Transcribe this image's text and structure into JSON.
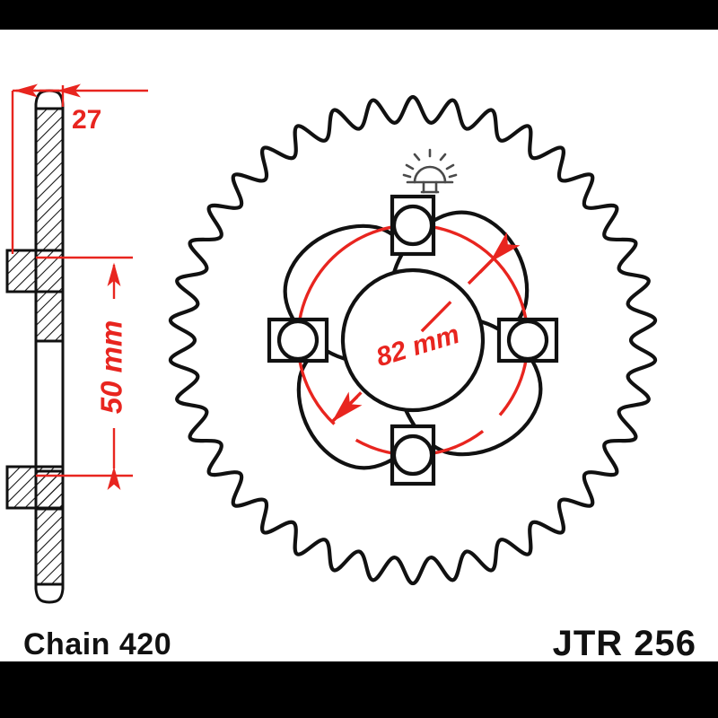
{
  "figure": {
    "kind": "technical-drawing",
    "subject": "motorcycle rear sprocket",
    "background_color": "#ffffff",
    "letterbox_color": "#000000",
    "line_color": "#111111",
    "dimension_color": "#e8251f"
  },
  "captions": {
    "chain_label": "Chain 420",
    "part_number": "JTR 256"
  },
  "dimensions": {
    "thickness": {
      "value": "27",
      "text": "27",
      "orientation": "horizontal",
      "view": "side-section"
    },
    "bolt_spacing": {
      "value": "50 mm",
      "text": "50 mm",
      "orientation": "vertical-rotated",
      "view": "side-section"
    },
    "bolt_circle": {
      "value": "82 mm",
      "text": "82 mm",
      "orientation": "diagonal",
      "view": "face"
    }
  },
  "face_view": {
    "tooth_count": 38,
    "bolt_hole_count": 4,
    "spoke_window_count": 4,
    "center_bore": "circular hub opening",
    "surface_mark": "sunburst-symbol"
  },
  "side_view": {
    "description": "cross-section with diagonal hatching",
    "boss_count": 2,
    "tooth_count_visible": 2
  }
}
